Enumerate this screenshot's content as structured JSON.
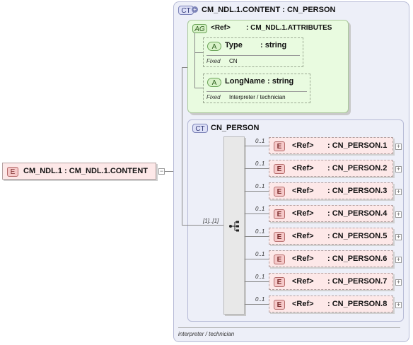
{
  "root": {
    "badge": "E",
    "label": "CM_NDL.1 : CM_NDL.1.CONTENT"
  },
  "content_type": {
    "badge": "CT",
    "title": "CM_NDL.1.CONTENT : CN_PERSON",
    "footer": "interpreter / technician"
  },
  "attribute_group": {
    "badge": "AG",
    "ref_label": "<Ref>",
    "name": ": CM_NDL.1.ATTRIBUTES",
    "attributes": [
      {
        "badge": "A",
        "name": "Type",
        "type": ": string",
        "fixed_label": "Fixed",
        "fixed_value": "CN"
      },
      {
        "badge": "A",
        "name": "LongName",
        "type": ": string",
        "fixed_label": "Fixed",
        "fixed_value": "Interpreter / technician"
      }
    ]
  },
  "complex_type": {
    "badge": "CT",
    "title": "CN_PERSON",
    "sequence_multiplicity": "[1]..[1]",
    "elements": [
      {
        "badge": "E",
        "multiplicity": "0..1",
        "ref_label": "<Ref>",
        "name": ": CN_PERSON.1",
        "expand": "+"
      },
      {
        "badge": "E",
        "multiplicity": "0..1",
        "ref_label": "<Ref>",
        "name": ": CN_PERSON.2",
        "expand": "+"
      },
      {
        "badge": "E",
        "multiplicity": "0..1",
        "ref_label": "<Ref>",
        "name": ": CN_PERSON.3",
        "expand": "+"
      },
      {
        "badge": "E",
        "multiplicity": "0..1",
        "ref_label": "<Ref>",
        "name": ": CN_PERSON.4",
        "expand": "+"
      },
      {
        "badge": "E",
        "multiplicity": "0..1",
        "ref_label": "<Ref>",
        "name": ": CN_PERSON.5",
        "expand": "+"
      },
      {
        "badge": "E",
        "multiplicity": "0..1",
        "ref_label": "<Ref>",
        "name": ": CN_PERSON.6",
        "expand": "+"
      },
      {
        "badge": "E",
        "multiplicity": "0..1",
        "ref_label": "<Ref>",
        "name": ": CN_PERSON.7",
        "expand": "+"
      },
      {
        "badge": "E",
        "multiplicity": "0..1",
        "ref_label": "<Ref>",
        "name": ": CN_PERSON.8",
        "expand": "+"
      }
    ]
  },
  "colors": {
    "element_fill": "#fde8e8",
    "attribute_fill": "#e9fbe0",
    "complex_type_fill": "#edeff8"
  }
}
